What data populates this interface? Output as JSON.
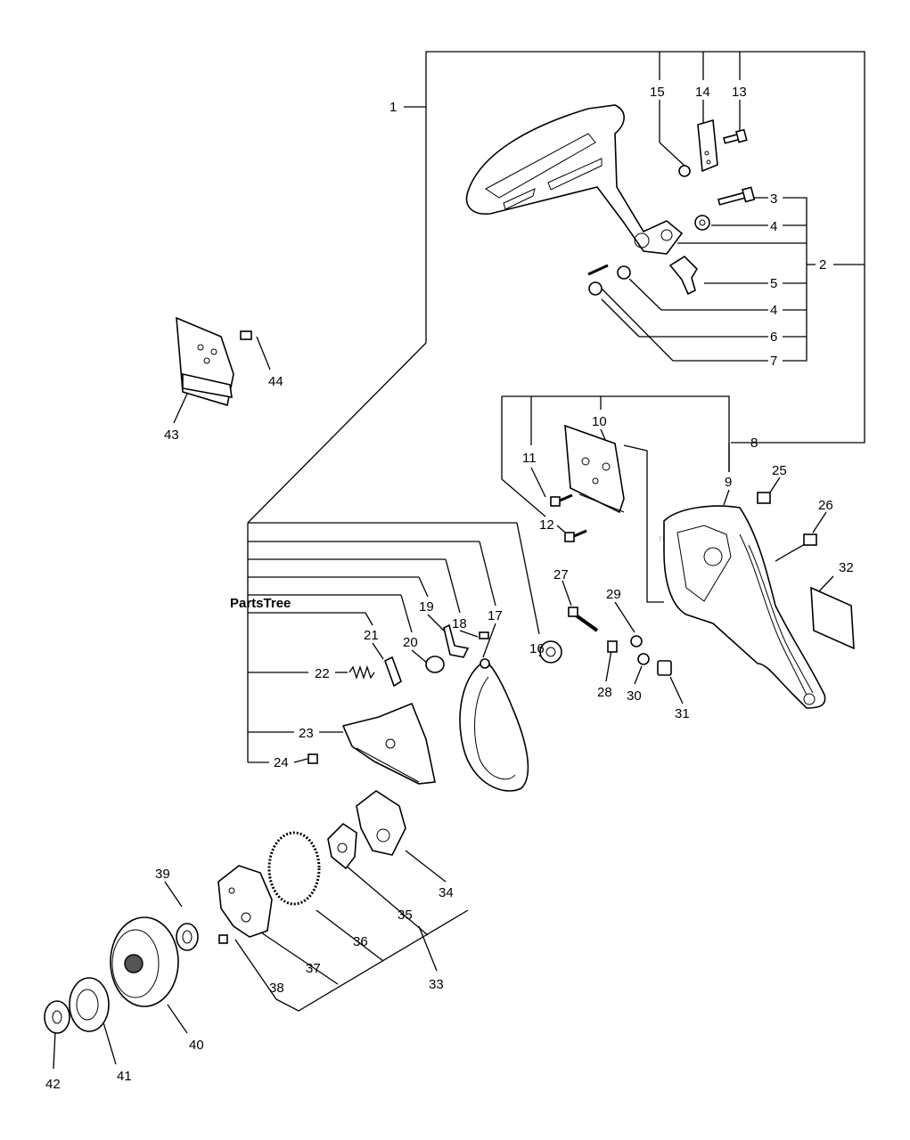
{
  "watermark": {
    "text": "PartsTree",
    "tm": "™"
  },
  "callouts": {
    "c1": "1",
    "c2": "2",
    "c3": "3",
    "c4a": "4",
    "c4b": "4",
    "c5": "5",
    "c6": "6",
    "c7": "7",
    "c8": "8",
    "c9": "9",
    "c10": "10",
    "c11": "11",
    "c12": "12",
    "c13": "13",
    "c14": "14",
    "c15": "15",
    "c16": "16",
    "c17": "17",
    "c18": "18",
    "c19": "19",
    "c20": "20",
    "c21": "21",
    "c22": "22",
    "c23": "23",
    "c24": "24",
    "c25": "25",
    "c26": "26",
    "c27": "27",
    "c28": "28",
    "c29": "29",
    "c30": "30",
    "c31": "31",
    "c32": "32",
    "c33": "33",
    "c34": "34",
    "c35": "35",
    "c36": "36",
    "c37": "37",
    "c38": "38",
    "c39": "39",
    "c40": "40",
    "c41": "41",
    "c42": "42",
    "c43": "43",
    "c44": "44"
  }
}
